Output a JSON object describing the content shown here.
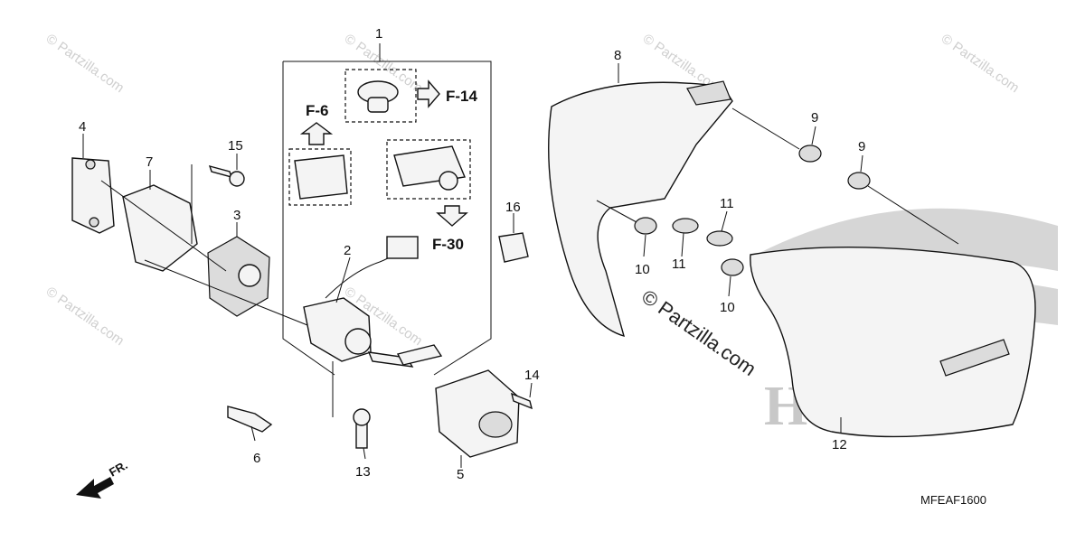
{
  "watermark_text": "© Partzilla.com",
  "center_watermark": "© Partzilla.com",
  "brand_mark": "HONDA",
  "diagram_code": "MFEAF1600",
  "front_indicator": "FR.",
  "part_numbers": {
    "p1": "1",
    "p2": "2",
    "p3": "3",
    "p4": "4",
    "p5": "5",
    "p6": "6",
    "p7": "7",
    "p8": "8",
    "p9a": "9",
    "p9b": "9",
    "p10a": "10",
    "p10b": "10",
    "p11a": "11",
    "p11b": "11",
    "p12": "12",
    "p13": "13",
    "p14": "14",
    "p15": "15",
    "p16": "16"
  },
  "figure_refs": {
    "f6": "F-6",
    "f14": "F-14",
    "f30": "F-30"
  }
}
